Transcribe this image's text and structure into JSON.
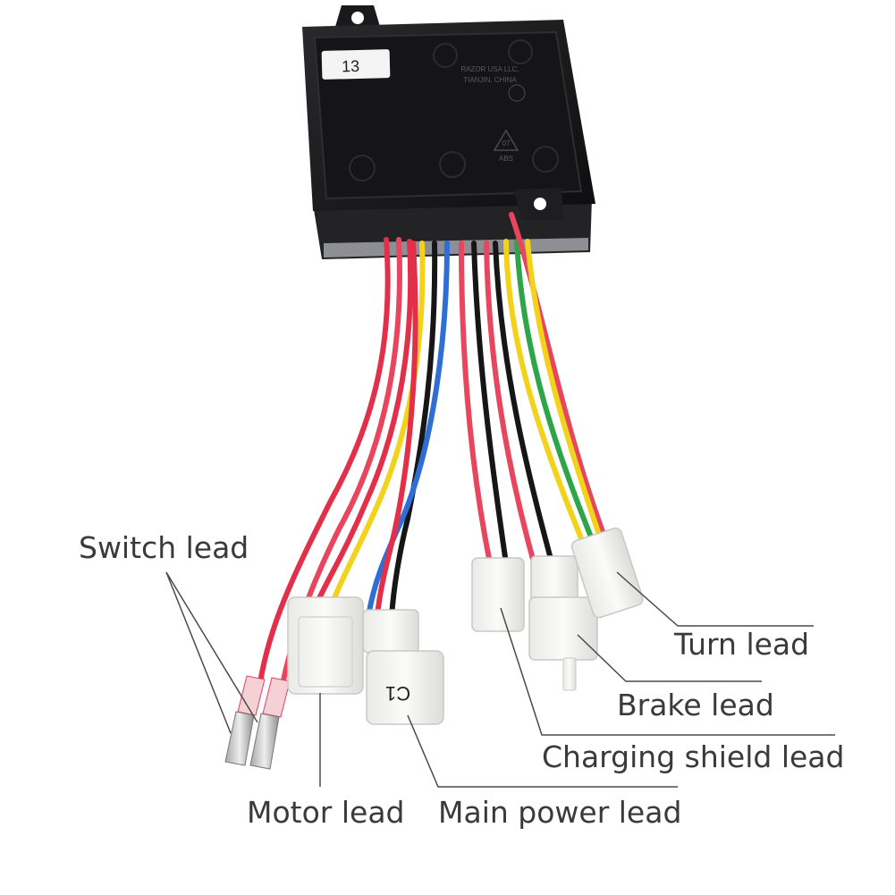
{
  "controller": {
    "sticker_number": "13",
    "embossed_text": [
      "RAZOR USA LLC.",
      "TIANJIN, CHINA"
    ],
    "recycle_code": "07",
    "material": "ABS"
  },
  "connector_mark": "C1",
  "callouts": {
    "switch": "Switch lead",
    "turn": "Turn lead",
    "brake": "Brake lead",
    "charging": "Charging shield lead",
    "motor": "Motor lead",
    "main_power": "Main power lead"
  },
  "colors": {
    "background": "#ffffff",
    "housing": "#1c1c1e",
    "label_text": "#3a3a3a",
    "wire_red": "#e2304a",
    "wire_pink": "#e8455e",
    "wire_yellow": "#f2d21b",
    "wire_blue": "#2e6fd6",
    "wire_black": "#161616",
    "wire_green": "#2fa54a",
    "connector": "#f4f4f2"
  }
}
